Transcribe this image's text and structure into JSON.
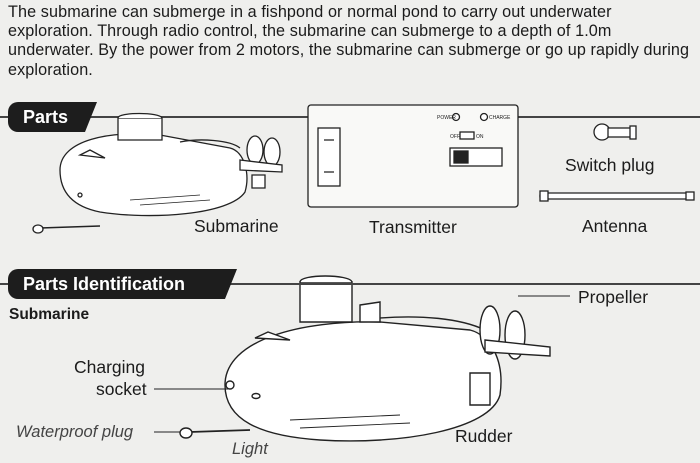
{
  "intro": {
    "text": "The submarine can submerge in a fishpond or normal pond to carry out underwater exploration. Through radio control, the submarine can submerge to a depth of 1.0m underwater. By the power from 2 motors, the submarine can submerge or go up rapidly during exploration."
  },
  "parts": {
    "title": "Parts",
    "items": {
      "submarine": "Submarine",
      "transmitter": "Transmitter",
      "switch_plug": "Switch plug",
      "antenna": "Antenna"
    },
    "transmitter_panel": {
      "power": "POWER",
      "charge": "CHARGE",
      "off": "OFF",
      "on": "ON"
    }
  },
  "identification": {
    "title": "Parts Identification",
    "subtitle": "Submarine",
    "labels": {
      "propeller": "Propeller",
      "charging_line1": "Charging",
      "charging_line2": "socket",
      "waterproof_plug": "Waterproof plug",
      "light": "Light",
      "rudder": "Rudder"
    }
  }
}
